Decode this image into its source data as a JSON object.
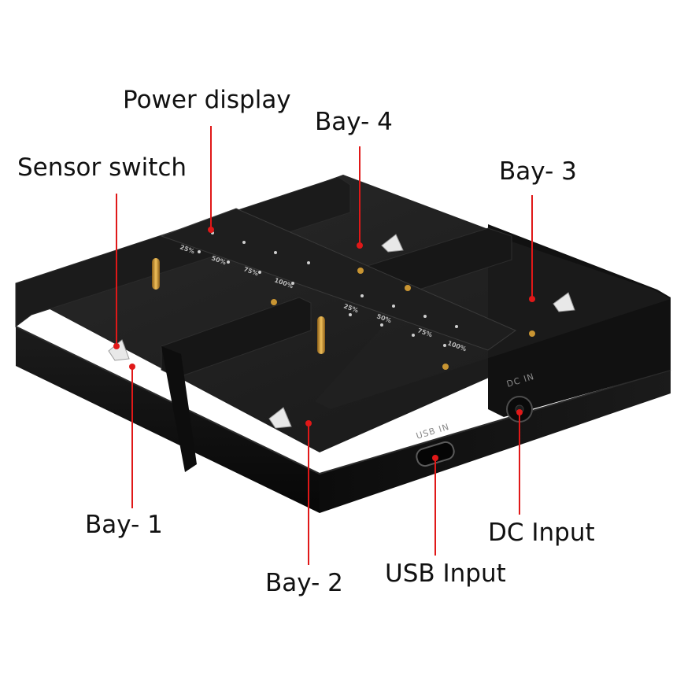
{
  "callouts": {
    "power_display": "Power display",
    "bay_4": "Bay- 4",
    "sensor_switch": "Sensor switch",
    "bay_3": "Bay- 3",
    "bay_1": "Bay- 1",
    "dc_input": "DC Input",
    "usb_input": "USB Input",
    "bay_2": "Bay- 2"
  },
  "device_markings": {
    "pct_25": "25%",
    "pct_50": "50%",
    "pct_75": "75%",
    "pct_100": "100%",
    "usb_port": "USB IN",
    "dc_port": "DC IN"
  },
  "colors": {
    "device_body": "#141414",
    "device_top": "#1f1f1f",
    "callout_line": "#e01818",
    "callout_dot": "#e01818",
    "contact_gold": "#c99532"
  }
}
